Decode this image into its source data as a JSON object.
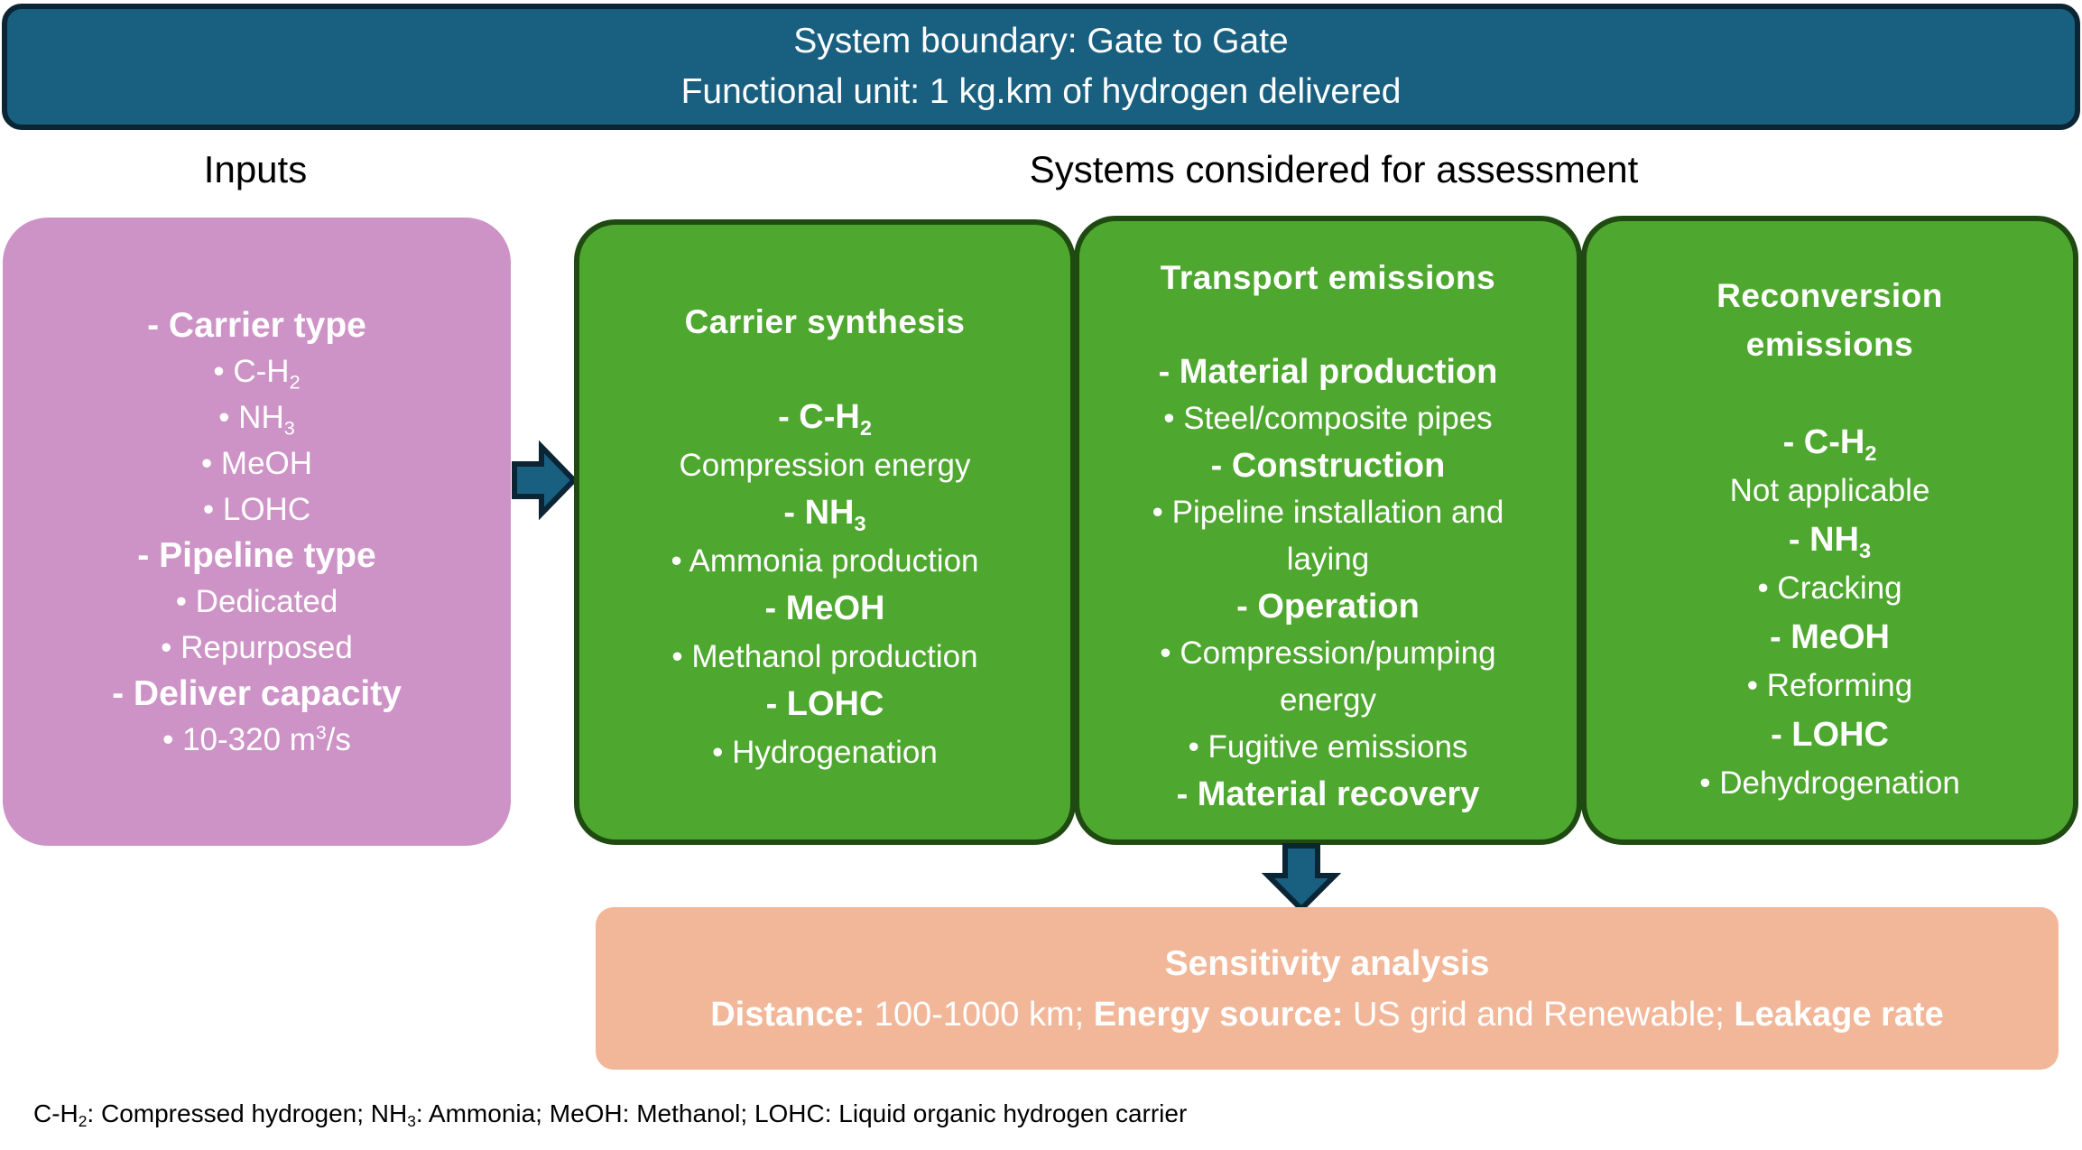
{
  "header": {
    "line1": "System boundary: Gate to Gate",
    "line2": "Functional unit: 1 kg.km of hydrogen delivered"
  },
  "labels": {
    "inputs": "Inputs",
    "systems": "Systems considered for assessment"
  },
  "inputs_box": {
    "lines": [
      {
        "type": "h",
        "text": "- Carrier type"
      },
      {
        "type": "r",
        "text": "•  C-H",
        "sub": "2"
      },
      {
        "type": "r",
        "text": "•  NH",
        "sub": "3"
      },
      {
        "type": "r",
        "text": "•  MeOH"
      },
      {
        "type": "r",
        "text": "•  LOHC"
      },
      {
        "type": "h",
        "text": "- Pipeline type"
      },
      {
        "type": "r",
        "text": "•  Dedicated"
      },
      {
        "type": "r",
        "text": "•  Repurposed"
      },
      {
        "type": "h",
        "text": "- Deliver capacity"
      },
      {
        "type": "r",
        "text": "•  10-320 m",
        "sup": "3",
        "after": "/s"
      }
    ]
  },
  "systems": [
    {
      "id": "carrier-synthesis",
      "lines": [
        {
          "type": "t",
          "text": "Carrier synthesis"
        },
        {
          "type": "blank",
          "text": ""
        },
        {
          "type": "h",
          "text": "- C-H",
          "sub": "2"
        },
        {
          "type": "r",
          "text": "Compression energy"
        },
        {
          "type": "h",
          "text": "- NH",
          "sub": "3"
        },
        {
          "type": "r",
          "text": "• Ammonia production"
        },
        {
          "type": "h",
          "text": "- MeOH"
        },
        {
          "type": "r",
          "text": "• Methanol production"
        },
        {
          "type": "h",
          "text": "- LOHC"
        },
        {
          "type": "r",
          "text": "• Hydrogenation"
        }
      ]
    },
    {
      "id": "transport-emissions",
      "lines": [
        {
          "type": "t",
          "text": "Transport emissions"
        },
        {
          "type": "blank",
          "text": ""
        },
        {
          "type": "h",
          "text": "- Material production"
        },
        {
          "type": "r",
          "text": "• Steel/composite pipes"
        },
        {
          "type": "h",
          "text": "- Construction"
        },
        {
          "type": "r",
          "text": "• Pipeline installation and"
        },
        {
          "type": "r",
          "text": "laying"
        },
        {
          "type": "h",
          "text": "- Operation"
        },
        {
          "type": "r",
          "text": "• Compression/pumping"
        },
        {
          "type": "r",
          "text": "energy"
        },
        {
          "type": "r",
          "text": "• Fugitive emissions"
        },
        {
          "type": "h",
          "text": "- Material recovery"
        }
      ]
    },
    {
      "id": "reconversion-emissions",
      "lines": [
        {
          "type": "t",
          "text": "Reconversion"
        },
        {
          "type": "t",
          "text": "emissions"
        },
        {
          "type": "blank",
          "text": ""
        },
        {
          "type": "h",
          "text": "- C-H",
          "sub": "2"
        },
        {
          "type": "r",
          "text": "Not applicable"
        },
        {
          "type": "h",
          "text": "- NH",
          "sub": "3"
        },
        {
          "type": "r",
          "text": "• Cracking"
        },
        {
          "type": "h",
          "text": "- MeOH"
        },
        {
          "type": "r",
          "text": "• Reforming"
        },
        {
          "type": "h",
          "text": "- LOHC"
        },
        {
          "type": "r",
          "text": "• Dehydrogenation"
        }
      ]
    }
  ],
  "sensitivity": {
    "title": "Sensitivity analysis",
    "distance_label": "Distance:",
    "distance_value": " 100-1000 km; ",
    "energy_label": "Energy source:",
    "energy_value": " US grid and Renewable; ",
    "leakage_label": "Leakage rate"
  },
  "footnote": [
    {
      "text": "C-H",
      "sub": "2"
    },
    {
      "text": ": Compressed hydrogen; NH",
      "sub": "3"
    },
    {
      "text": ": Ammonia; MeOH: Methanol; LOHC: Liquid organic hydrogen carrier"
    }
  ],
  "colors": {
    "header_fill": "#185f80",
    "header_border": "#0b2535",
    "inputs_fill": "#cd93c6",
    "system_fill": "#4ea72e",
    "system_border": "#1f4a12",
    "sensitivity_fill": "#f2b799",
    "arrow_fill": "#185f80",
    "arrow_border": "#0b2535"
  }
}
